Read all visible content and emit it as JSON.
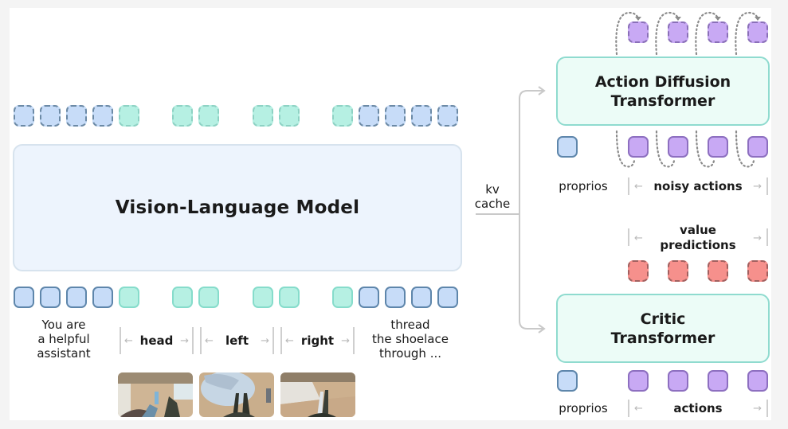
{
  "vlm": {
    "title": "Vision-Language Model",
    "output_tokens": [
      "blue",
      "blue",
      "blue",
      "blue",
      "teal",
      "teal",
      "teal",
      "teal",
      "teal",
      "teal",
      "blue",
      "blue",
      "blue",
      "blue"
    ],
    "input_tokens": [
      "blue",
      "blue",
      "blue",
      "blue",
      "teal",
      "teal",
      "teal",
      "teal",
      "teal",
      "teal",
      "blue",
      "blue",
      "blue",
      "blue"
    ]
  },
  "inputs": {
    "system_prompt": [
      "You are",
      "a helpful",
      "assistant"
    ],
    "cameras": [
      {
        "label": "head"
      },
      {
        "label": "left"
      },
      {
        "label": "right"
      }
    ],
    "instruction": [
      "thread",
      "the shoelace",
      "through ..."
    ]
  },
  "connector": {
    "label_line1": "kv",
    "label_line2": "cache"
  },
  "action_diffusion": {
    "title_line1": "Action Diffusion",
    "title_line2": "Transformer",
    "proprio_label": "proprios",
    "actions_label": "noisy actions",
    "action_token_count": 4
  },
  "critic": {
    "title_line1": "Critic",
    "title_line2": "Transformer",
    "proprio_label": "proprios",
    "actions_label": "actions",
    "value_label_line1": "value",
    "value_label_line2": "predictions",
    "value_token_count": 4
  },
  "colors": {
    "token_blue": "#c7dcf8",
    "token_teal": "#b6f0e3",
    "token_purple": "#c8a9f4",
    "token_red": "#f6908c",
    "vlm_fill": "#edf4fd",
    "transformer_fill": "#ecfcf7",
    "transformer_border": "#8fdbcf"
  }
}
